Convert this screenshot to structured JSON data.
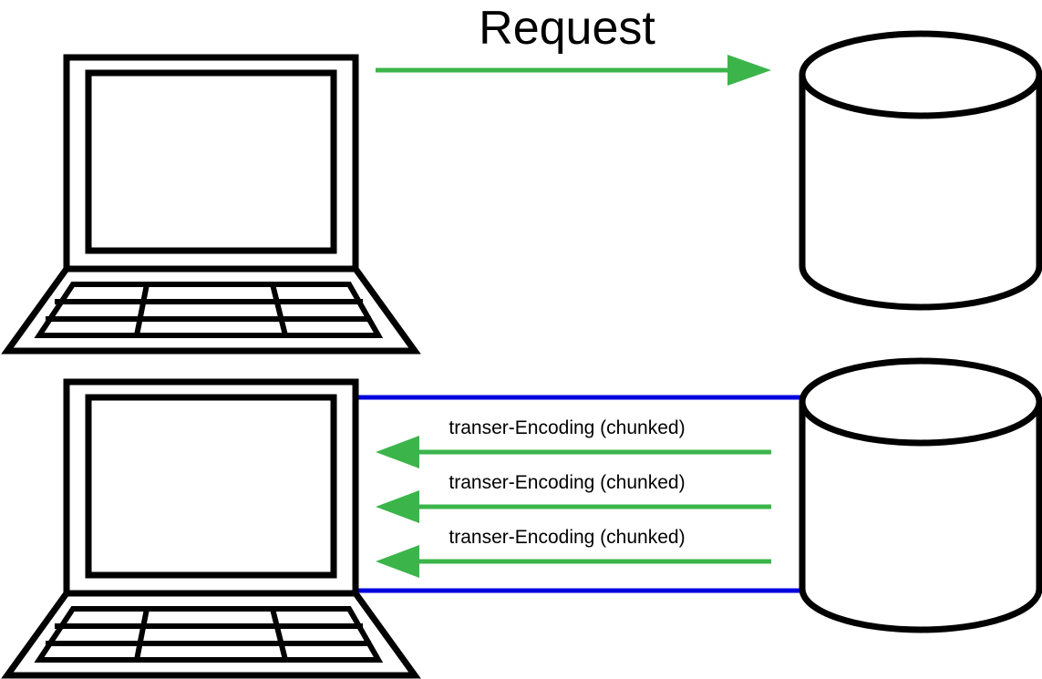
{
  "request": {
    "label": "Request"
  },
  "response": {
    "chunks": [
      "transer-Encoding (chunked)",
      "transer-Encoding (chunked)",
      "transer-Encoding (chunked)"
    ]
  },
  "colors": {
    "arrow": "#3bb54a",
    "connection": "#0000e0",
    "outline": "#000000"
  }
}
